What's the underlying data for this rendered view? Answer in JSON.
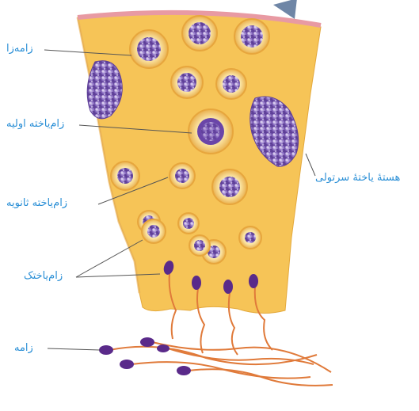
{
  "labels": {
    "spermatogonium": "زامه‌زا",
    "primary_spermatocyte": "زام‌یاخته اولیه",
    "sertoli_nucleus": "هستهٔ یاختهٔ سرتولی",
    "secondary_spermatocyte": "زام‌یاخته ثانویه",
    "spermatid": "زام‌یاختک",
    "sperm": "زامه"
  },
  "colors": {
    "label_text": "#2a8fd6",
    "tissue": "#f6c457",
    "membrane": "#e89aa3",
    "nucleus": "#7d5bb0",
    "tail": "#e07a3a",
    "head": "#5a2a8a",
    "arrow": "#6f86a6"
  }
}
